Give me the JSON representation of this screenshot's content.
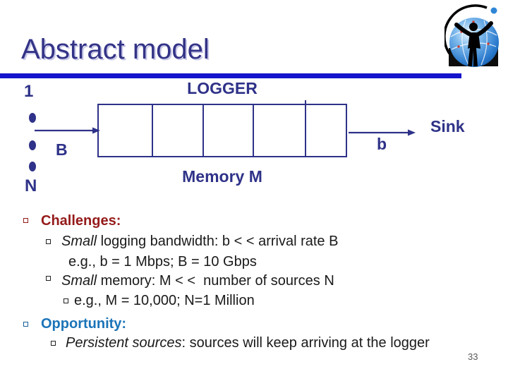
{
  "slide": {
    "title": "Abstract model",
    "page_number": "33"
  },
  "diagram": {
    "source_first": "1",
    "source_last": "N",
    "arrival_rate_label": "B",
    "logging_rate_label": "b",
    "logger_label": "LOGGER",
    "memory_label": "Memory M",
    "sink_label": "Sink",
    "buffer_cell_count": 5
  },
  "bullets": [
    {
      "text": "Challenges:"
    },
    {
      "italic": "Small",
      "rest": " logging bandwidth: b < < arrival rate B"
    },
    {
      "text": "e.g., b = 1 Mbps; B = 10 Gbps"
    },
    {
      "italic": "Small",
      "rest": " memory: M < <  number of sources N"
    },
    {
      "text": "e.g., M = 10,000; N=1 Million"
    },
    {
      "text": "Opportunity:"
    },
    {
      "italic": "Persistent sources",
      "rest": ": sources will keep arriving at the logger"
    }
  ],
  "colors": {
    "diagram_navy": "#2f3288",
    "title_navy": "#333387",
    "rule_blue": "#1414cc",
    "challenges_red": "#951a1a",
    "opportunity_blue": "#1b74b8"
  }
}
